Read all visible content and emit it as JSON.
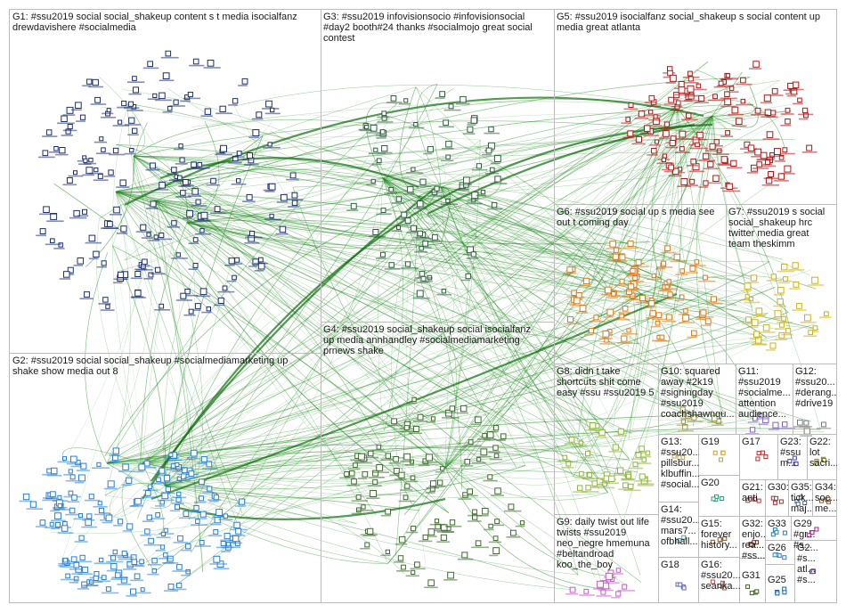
{
  "groups": [
    {
      "id": "G1",
      "label": "G1: #ssu2019 social social_shakeup content s t media isocialfanz\ndrewdavishere #socialmedia",
      "color": "#1c2f6e"
    },
    {
      "id": "G2",
      "label": "G2: #ssu2019 social social_shakeup #socialmediamarketing up\nshake show media out 8",
      "color": "#2a7fd0"
    },
    {
      "id": "G3",
      "label": "G3: #ssu2019 infovisionsocio #infovisionsocial\n#day2 booth#24 thanks #socialmojo great social\ncontest",
      "color": "#2f5e3c"
    },
    {
      "id": "G4",
      "label": "G4: #ssu2019 social_shakeup social isocialfanz\nup media annhandley #socialmediamarketing\nprnews shake",
      "color": "#3e6b2e"
    },
    {
      "id": "G5",
      "label": "G5: #ssu2019 isocialfanz social_shakeup s social content up\nmedia great atlanta",
      "color": "#b01818"
    },
    {
      "id": "G6",
      "label": "G6: #ssu2019 social up s media see\nout t coming day",
      "color": "#d97a1a"
    },
    {
      "id": "G7",
      "label": "G7: #ssu2019 s social\nsocial_shakeup hrc\ntwitter media great\nteam theskimm",
      "color": "#c9b21c"
    },
    {
      "id": "G8",
      "label": "G8: didn t take\nshortcuts shit come\neasy #ssu #ssu2019 5",
      "color": "#8fb63a"
    },
    {
      "id": "G9",
      "label": "G9: daily twist out life\ntwists #ssu2019\nneo_negre hmemuna\n#beltandroad\nkoo_the_boy",
      "color": "#c15fc0"
    },
    {
      "id": "G10",
      "label": "G10: squared\naway #2k19\n#signingday\n#ssu2019\ncoachshawnqu...",
      "color": "#9a9a3a"
    },
    {
      "id": "G11",
      "label": "G11:\n#ssu2019\n#socialme...\nattention\naudience...",
      "color": "#7d63b8"
    },
    {
      "id": "G12",
      "label": "G12:\n#ssu20...\n#derang...\n#drive19",
      "color": "#7a7a7a"
    },
    {
      "id": "G13",
      "label": "G13:\n#ssu20...\npillsbur...\nklbuffin...\n#social...",
      "color": "#c8a040"
    },
    {
      "id": "G14",
      "label": "G14:\n#ssu20...\nmars7...\nofbhall...",
      "color": "#5aa0a0"
    },
    {
      "id": "G15",
      "label": "G15:\nforever\nhistory...",
      "color": "#8a5a2a"
    },
    {
      "id": "G16",
      "label": "G16:\n#ssu20...\nseanka...",
      "color": "#b05050"
    },
    {
      "id": "G17",
      "label": "G17",
      "color": "#b03030"
    },
    {
      "id": "G18",
      "label": "G18",
      "color": "#6060b0"
    },
    {
      "id": "G19",
      "label": "G19",
      "color": "#d0a020"
    },
    {
      "id": "G20",
      "label": "G20",
      "color": "#20a080"
    },
    {
      "id": "G21",
      "label": "G21:\nanti",
      "color": "#a04040"
    },
    {
      "id": "G22",
      "label": "G22:\nlot\nsacri...",
      "color": "#808020"
    },
    {
      "id": "G23",
      "label": "G23:\n#ssu\nm...",
      "color": "#4040a0"
    },
    {
      "id": "G24",
      "label": "G2...\n#s...\natl...\n#s...",
      "color": "#7040a0"
    },
    {
      "id": "G25",
      "label": "G25",
      "color": "#2060a0"
    },
    {
      "id": "G26",
      "label": "G26",
      "color": "#3080c0"
    },
    {
      "id": "G29",
      "label": "G29\n#gr...\n#s...",
      "color": "#a02080"
    },
    {
      "id": "G30",
      "label": "G30:",
      "color": "#a03030"
    },
    {
      "id": "G31",
      "label": "G31",
      "color": "#406020"
    },
    {
      "id": "G32",
      "label": "G32:\nenjo...\nrea...\n#ss...",
      "color": "#603020"
    },
    {
      "id": "G33",
      "label": "G33",
      "color": "#2080a0"
    },
    {
      "id": "G34",
      "label": "G34:\nsoc...\nme...",
      "color": "#806040"
    },
    {
      "id": "G35",
      "label": "G35:\ntick...\nmaj...",
      "color": "#406080"
    }
  ],
  "palette": {
    "edge": "#1e8a1e",
    "border": "#bcbcbc",
    "node_fill": "#ffffff"
  }
}
